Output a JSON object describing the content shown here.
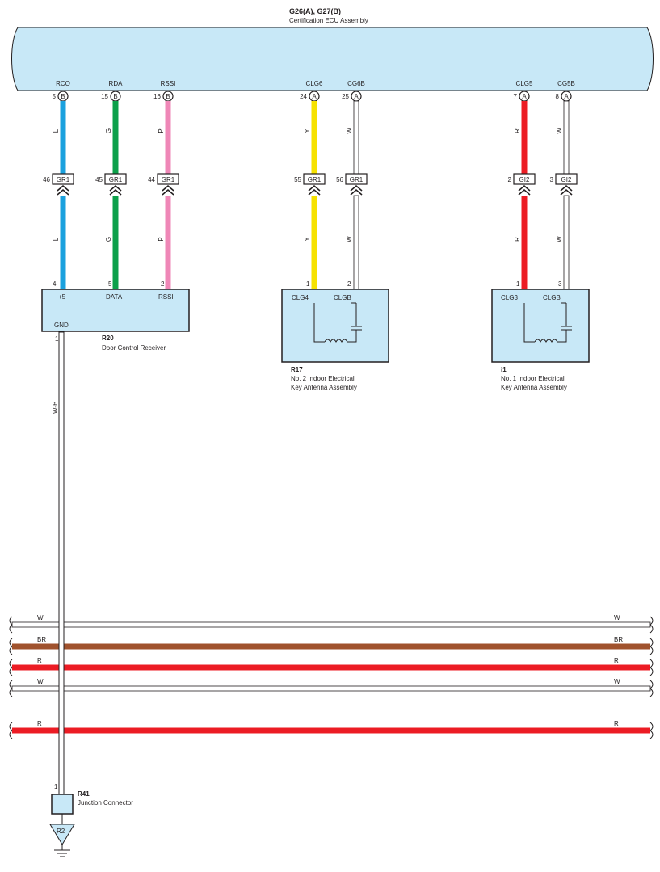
{
  "ecu": {
    "code": "G26(A), G27(B)",
    "name": "Certification ECU Assembly"
  },
  "ecu_pins": [
    {
      "name": "RCO",
      "num": "5",
      "conn": "B"
    },
    {
      "name": "RDA",
      "num": "15",
      "conn": "B"
    },
    {
      "name": "RSSI",
      "num": "16",
      "conn": "B"
    },
    {
      "name": "CLG6",
      "num": "24",
      "conn": "A"
    },
    {
      "name": "CG6B",
      "num": "25",
      "conn": "A"
    },
    {
      "name": "CLG5",
      "num": "7",
      "conn": "A"
    },
    {
      "name": "CG5B",
      "num": "8",
      "conn": "A"
    }
  ],
  "wire_colors": {
    "L": "#1ba1de",
    "G": "#0ca04a",
    "P": "#ef87b7",
    "Y": "#f6e200",
    "W": "#ffffff",
    "R": "#ec1c24",
    "BR": "#a0522d",
    "W-B": "#ffffff",
    "component_fill": "#c8e8f7"
  },
  "wires_upper": [
    "L",
    "G",
    "P",
    "Y",
    "W",
    "R",
    "W"
  ],
  "wires_lower": [
    "L",
    "G",
    "P",
    "Y",
    "W",
    "R",
    "W"
  ],
  "connectors": [
    {
      "num": "46",
      "code": "GR1"
    },
    {
      "num": "45",
      "code": "GR1"
    },
    {
      "num": "44",
      "code": "GR1"
    },
    {
      "num": "55",
      "code": "GR1"
    },
    {
      "num": "56",
      "code": "GR1"
    },
    {
      "num": "2",
      "code": "GI2"
    },
    {
      "num": "3",
      "code": "GI2"
    }
  ],
  "r20": {
    "code": "R20",
    "name": "Door Control Receiver",
    "pin_nums": [
      "4",
      "5",
      "2"
    ],
    "pin_names": [
      "+5",
      "DATA",
      "RSSI"
    ],
    "gnd_name": "GND",
    "gnd_num": "1"
  },
  "r17": {
    "code": "R17",
    "name_line1": "No.  2 Indoor Electrical",
    "name_line2": "Key Antenna Assembly",
    "pin_nums": [
      "1",
      "2"
    ],
    "pin_names": [
      "CLG4",
      "CLGB"
    ]
  },
  "i1": {
    "code": "i1",
    "name_line1": "No.  1 Indoor Electrical",
    "name_line2": "Key Antenna Assembly",
    "pin_nums": [
      "1",
      "3"
    ],
    "pin_names": [
      "CLG3",
      "CLGB"
    ]
  },
  "ground_wire": "W-B",
  "buses": [
    "W",
    "BR",
    "R",
    "W",
    "R"
  ],
  "r41": {
    "code": "R41",
    "name": "Junction Connector",
    "pin": "1"
  },
  "ground_point": "R2"
}
